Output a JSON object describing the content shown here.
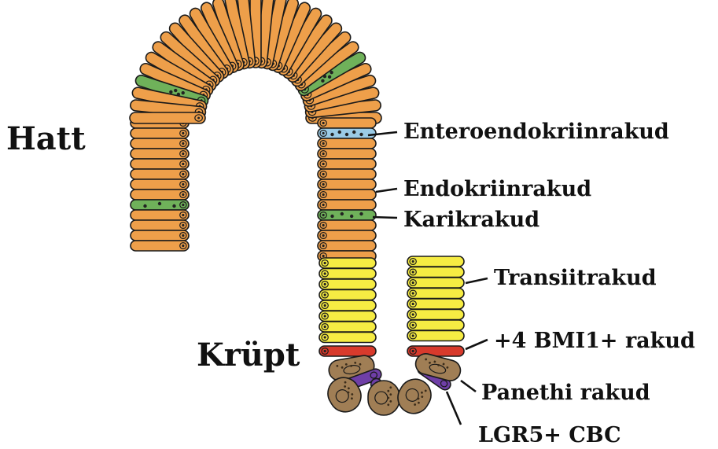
{
  "regions": {
    "villus": "Hatt",
    "crypt": "Krüpt"
  },
  "cell_labels": {
    "enteroendocrine": "Enteroendokriinrakud",
    "endocrine": "Endokriinrakud",
    "goblet": "Karikrakud",
    "transit": "Transiitrakud",
    "bmi1": "+4 BMI1+ rakud",
    "paneth": "Panethi rakud",
    "lgr5": "LGR5+ CBC"
  },
  "colors": {
    "enterocyte": "#EE9F4A",
    "goblet": "#6FB15A",
    "enteroendocrine": "#9BCBE6",
    "transit": "#F6EC43",
    "bmi1": "#D83A2C",
    "paneth": "#A07E55",
    "lgr5": "#6F3FA7",
    "outline": "#1a1a1a"
  }
}
